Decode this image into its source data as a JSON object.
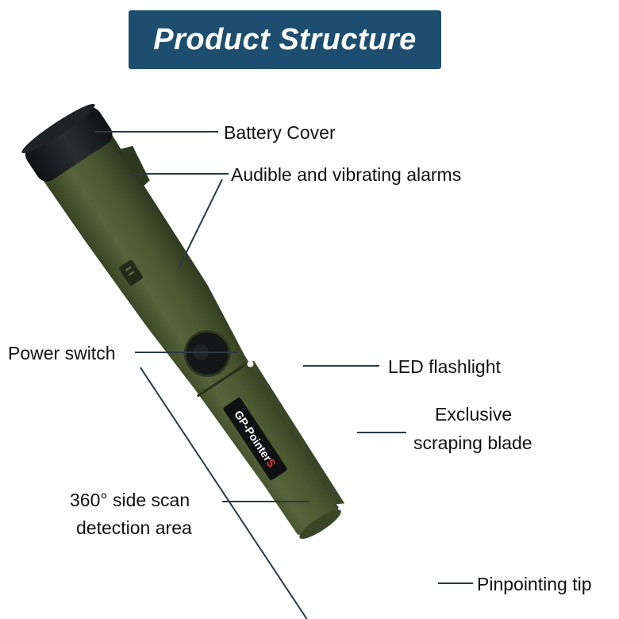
{
  "title": "Product Structure",
  "brand": "GP-Pointer",
  "brand_suffix": "S",
  "labels": {
    "battery_cover": "Battery Cover",
    "alarms": "Audible and vibrating alarms",
    "power_switch": "Power switch",
    "led": "LED flashlight",
    "blade_line1": "Exclusive",
    "blade_line2": "scraping blade",
    "scan_line1": "360° side scan",
    "scan_line2": "detection area",
    "tip": "Pinpointing tip"
  },
  "colors": {
    "title_bg": "#1d4e6f",
    "body": "#4b5a32",
    "cap": "#1a1d1f",
    "brand_accent": "#e23b2e"
  }
}
